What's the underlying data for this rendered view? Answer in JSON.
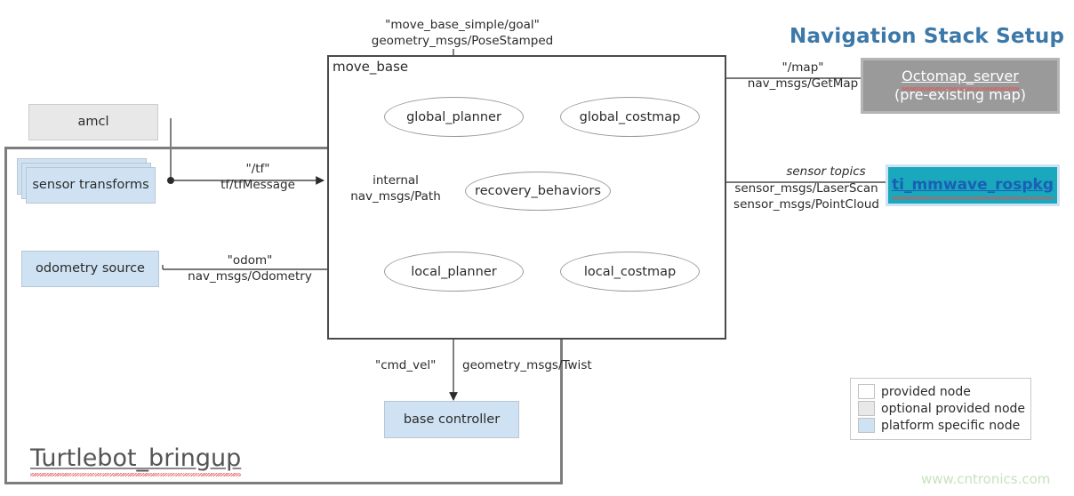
{
  "title": "Navigation Stack Setup",
  "watermark": "www.cntronics.com",
  "containers": {
    "move_base": "move_base",
    "turtlebot_bringup": "Turtlebot_bringup"
  },
  "move_base_nodes": [
    {
      "id": "global_planner",
      "label": "global_planner"
    },
    {
      "id": "global_costmap",
      "label": "global_costmap"
    },
    {
      "id": "recovery_behaviors",
      "label": "recovery_behaviors"
    },
    {
      "id": "local_planner",
      "label": "local_planner"
    },
    {
      "id": "local_costmap",
      "label": "local_costmap"
    }
  ],
  "left_nodes": [
    {
      "id": "amcl",
      "label": "amcl",
      "kind": "optional provided node"
    },
    {
      "id": "sensor_transforms",
      "label": "sensor transforms",
      "kind": "platform specific node"
    },
    {
      "id": "odometry_source",
      "label": "odometry source",
      "kind": "platform specific node"
    },
    {
      "id": "base_controller",
      "label": "base controller",
      "kind": "platform specific node"
    }
  ],
  "external_nodes": [
    {
      "id": "octomap_server",
      "line1": "Octomap_server",
      "line2": "(pre-existing  map)"
    },
    {
      "id": "ti_mmwave_rospkg",
      "line1": "ti_mmwave_rospkg",
      "line2": ""
    }
  ],
  "edge_labels": {
    "goal_topic": "\"move_base_simple/goal\"",
    "goal_type": "geometry_msgs/PoseStamped",
    "map_topic": "\"/map\"",
    "map_type": "nav_msgs/GetMap",
    "tf_topic": "\"/tf\"",
    "tf_type": "tf/tfMessage",
    "internal": "internal",
    "internal_type": "nav_msgs/Path",
    "sensor_topics": "sensor topics",
    "sensor_type_1": "sensor_msgs/LaserScan",
    "sensor_type_2": "sensor_msgs/PointCloud",
    "odom_topic": "\"odom\"",
    "odom_type": "nav_msgs/Odometry",
    "cmdvel_topic": "\"cmd_vel\"",
    "cmdvel_type": "geometry_msgs/Twist"
  },
  "legend": [
    {
      "label": "provided node",
      "color": "#ffffff"
    },
    {
      "label": "optional provided node",
      "color": "#e8e8e8"
    },
    {
      "label": "platform specific node",
      "color": "#cfe2f3"
    }
  ],
  "colors": {
    "title_blue": "#3c78a8",
    "platform_blue": "#cfe2f3",
    "optional_gray": "#e8e8e8",
    "octomap_gray": "#9a9a9a",
    "mmwave_teal": "#1aa8bd",
    "mmwave_text": "#1a5fb4",
    "watermark_green": "#c6e3bd",
    "wire": "#4a4a4a",
    "group_border": "#7d7d7d"
  }
}
